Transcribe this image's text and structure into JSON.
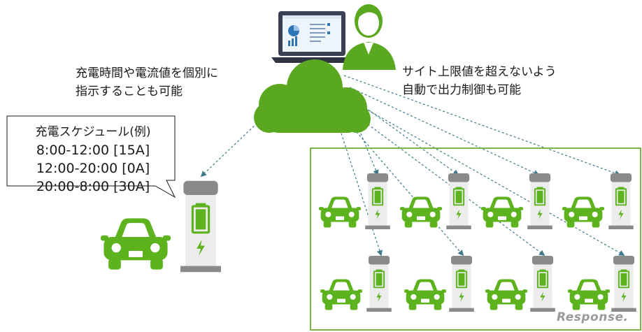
{
  "captions": {
    "left": [
      "充電時間や電流値を個別に",
      "指示することも可能"
    ],
    "right": [
      "サイト上限値を超えないよう",
      "自動で出力制御も可能"
    ]
  },
  "schedule": {
    "title": "充電スケジュール(例)",
    "entries": [
      "8:00-12:00 [15A]",
      "12:00-20:00 [0A]",
      "20:00-8:00 [30A]"
    ]
  },
  "watermark": "Response.",
  "colors": {
    "green": "#5aa820",
    "car": "#5cb31e",
    "charger_body": "#ececec",
    "charger_cap": "#8a8a8a",
    "border": "#7ab648",
    "arrow": "#3f7a8a"
  },
  "icons": [
    "laptop-icon",
    "person-icon",
    "cloud-icon",
    "car-icon",
    "ev-charger-icon"
  ]
}
